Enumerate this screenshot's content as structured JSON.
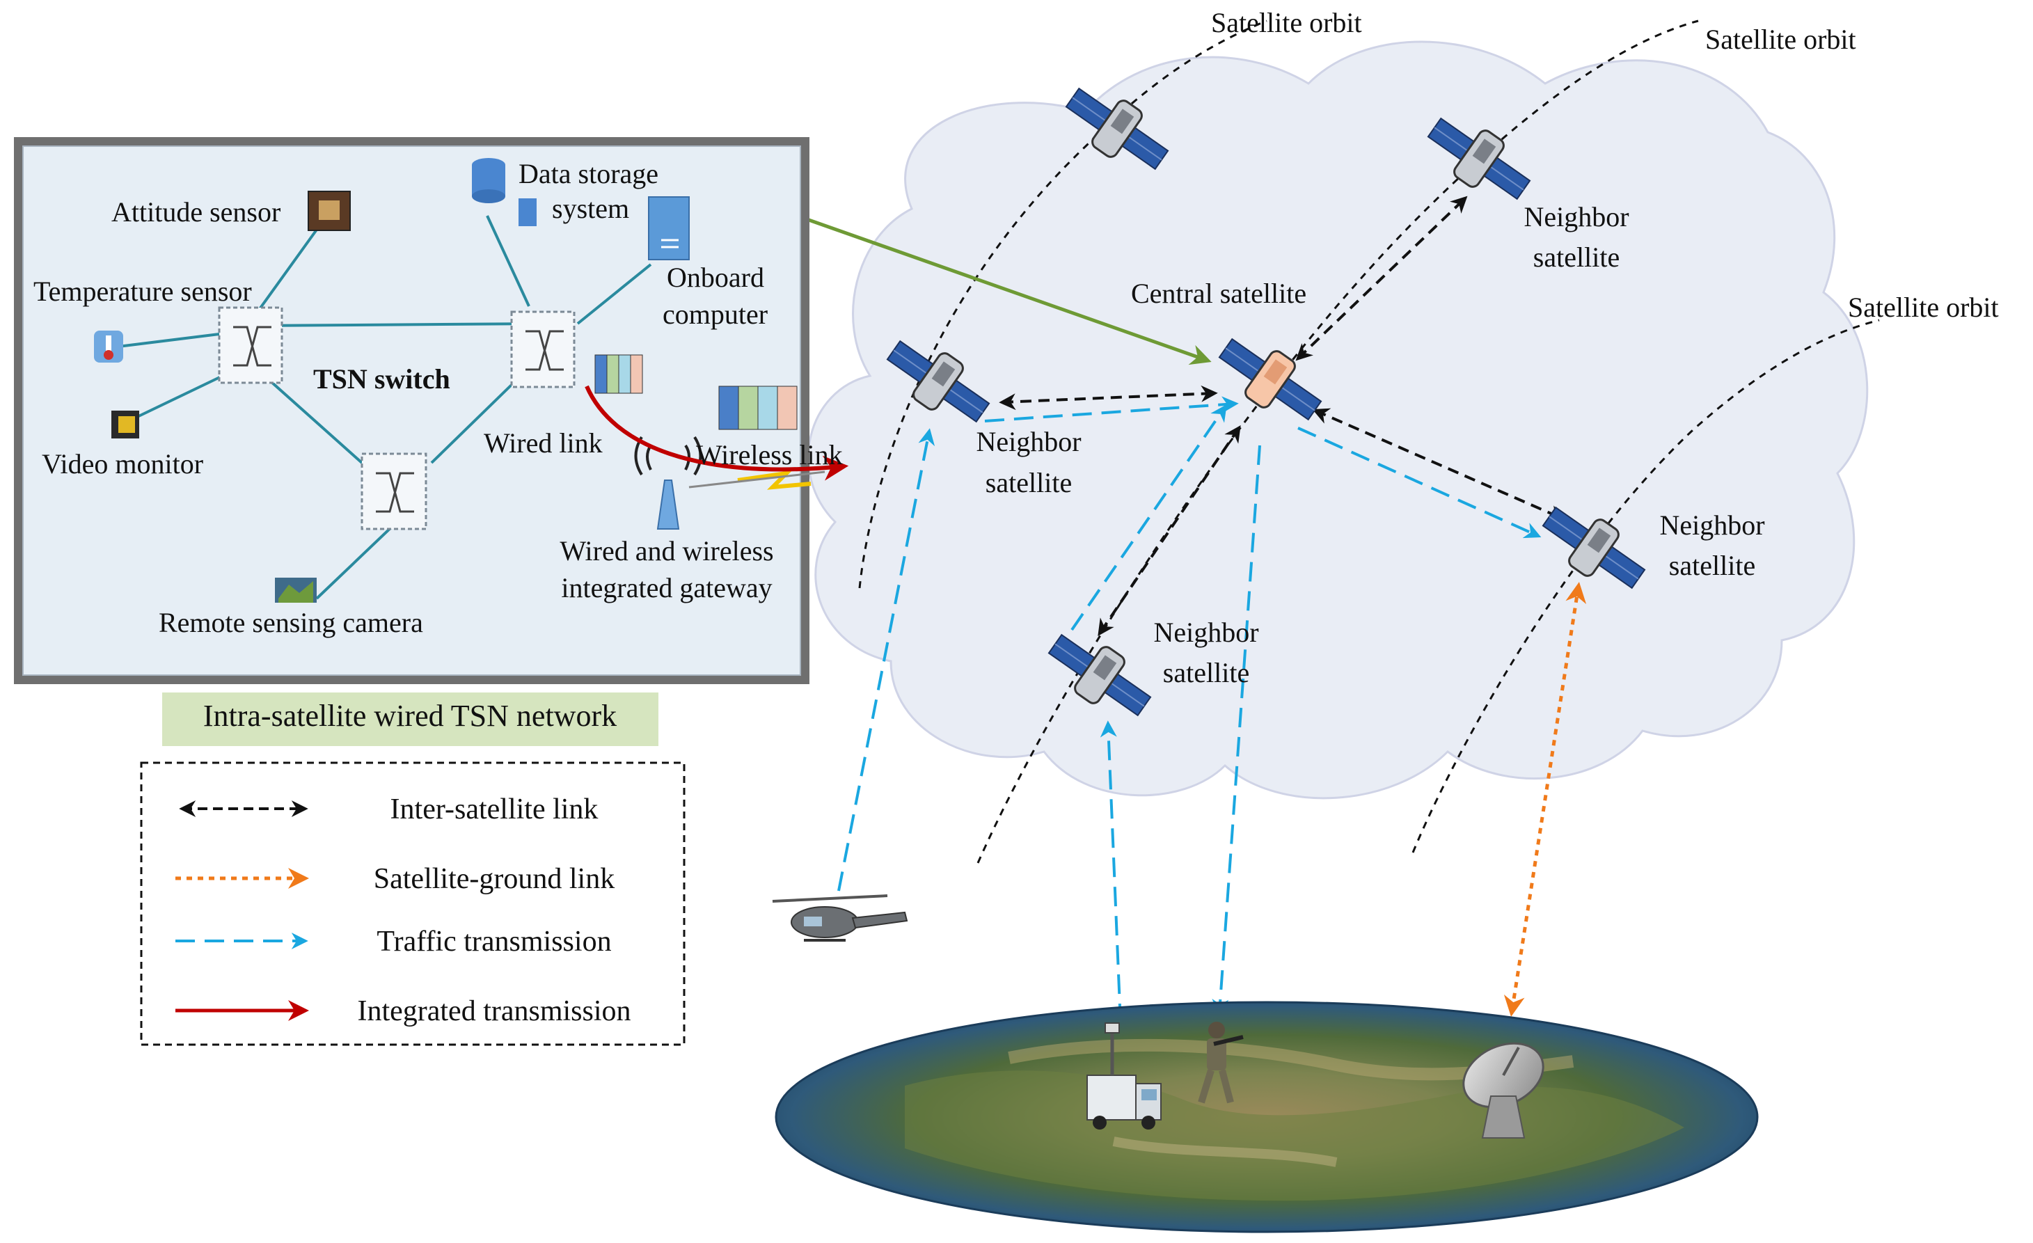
{
  "colors": {
    "inter_satellite": "#111111",
    "satellite_ground": "#f07a1a",
    "traffic": "#1aa7e0",
    "integrated": "#c00000",
    "inset_link": "#2a8a9e",
    "cloud_fill": "#e9edf5",
    "inset_bg": "#e6eef5",
    "caption_bg": "#d6e5bf",
    "central_sat": "#f7c6a8",
    "sat_body": "#c8ccd2",
    "panel": "#2b5aa8",
    "pointer": "#6e9a35"
  },
  "orbits": {
    "label_1": "Satellite orbit",
    "label_2": "Satellite orbit",
    "label_3": "Satellite orbit"
  },
  "satellites": {
    "central": "Central satellite",
    "n_top": "Neighbor satellite",
    "n_left": "Neighbor satellite",
    "n_right": "Neighbor satellite",
    "n_bottom": "Neighbor satellite"
  },
  "inset": {
    "attitude_sensor": "Attitude sensor",
    "temperature_sensor": "Temperature sensor",
    "video_monitor": "Video monitor",
    "remote_sensing_camera": "Remote sensing camera",
    "data_storage_1": "Data storage",
    "data_storage_2": "system",
    "onboard_1": "Onboard",
    "onboard_2": "computer",
    "tsn_switch": "TSN switch",
    "wired_link": "Wired link",
    "wireless_link": "Wireless link",
    "gateway_1": "Wired and wireless",
    "gateway_2": "integrated gateway"
  },
  "caption": "Intra-satellite wired TSN network",
  "legend": {
    "items": [
      {
        "label": "Inter-satellite link",
        "icon": "black-dashed-double-arrow"
      },
      {
        "label": "Satellite-ground link",
        "icon": "orange-dotted-arrow"
      },
      {
        "label": "Traffic transmission",
        "icon": "blue-dashed-arrow"
      },
      {
        "label": "Integrated transmission",
        "icon": "red-solid-arrow"
      }
    ]
  },
  "ground": {
    "helicopter": "helicopter-icon",
    "vehicle": "vehicle-icon",
    "soldier": "soldier-icon",
    "antenna": "dish-antenna-icon"
  }
}
